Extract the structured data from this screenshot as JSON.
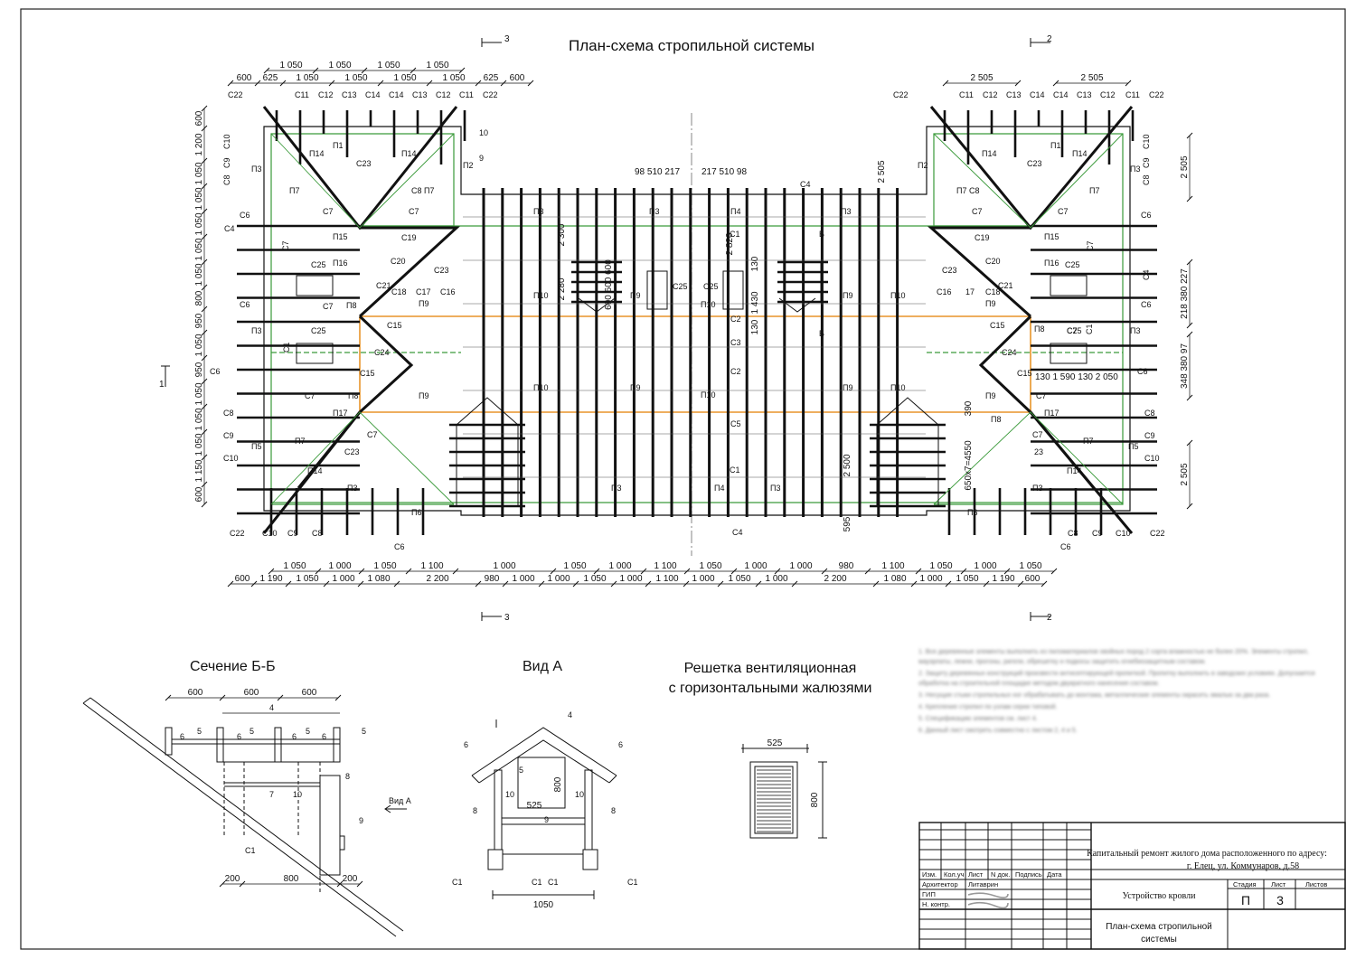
{
  "main_title": "План-схема стропильной системы",
  "sections": {
    "section_bb": "Сечение Б-Б",
    "view_a": "Вид А",
    "grille_line1": "Решетка вентиляционная",
    "grille_line2": "с горизонтальными жалюзями"
  },
  "section_marks": {
    "left": "3",
    "right": "2",
    "side": "1"
  },
  "top_dims_left_upper": [
    "1 050",
    "1 050",
    "1 050",
    "1 050"
  ],
  "top_dims_left_lower": [
    "600",
    "625",
    "1 050",
    "1 050",
    "1 050",
    "1 050",
    "625",
    "600"
  ],
  "top_dims_right": [
    "2 505",
    "2 505"
  ],
  "top_row_left": [
    "С22",
    "С11",
    "С12",
    "С13",
    "С14",
    "С14",
    "С13",
    "С12",
    "С11",
    "С22"
  ],
  "top_row_right": [
    "С22",
    "С11",
    "С12",
    "С13",
    "С14",
    "С14",
    "С13",
    "С12",
    "С11",
    "С22"
  ],
  "bottom_row_left": [
    "С22",
    "С10",
    "С9",
    "С8"
  ],
  "bottom_row_right": [
    "С8",
    "С9",
    "С10",
    "С22"
  ],
  "left_dims": [
    "600",
    "1 200",
    "1 050",
    "1 050",
    "1 050",
    "1 050",
    "1 050",
    "800",
    "950",
    "1 050",
    "950",
    "1 050",
    "1 050",
    "1 050",
    "1 150",
    "600"
  ],
  "right_dims": [
    "2 505",
    "218 380 227",
    "348 380 97",
    "2 505"
  ],
  "center_top_dims": {
    "left": "98 510 217",
    "right": "217 510 98"
  },
  "bottom_dims_upper": [
    "1 050",
    "1 000",
    "1 050",
    "1 100",
    "1 000",
    "1 050",
    "1 000",
    "1 100",
    "1 050",
    "1 000",
    "1 000",
    "980",
    "1 100",
    "1 050",
    "1 000",
    "1 050"
  ],
  "bottom_dims_lower": [
    "600",
    "1 190",
    "1 050",
    "1 000",
    "1 080",
    "2 200",
    "980",
    "1 000",
    "1 000",
    "1 050",
    "1 000",
    "1 100",
    "1 000",
    "1 050",
    "1 000",
    "2 200",
    "1 080",
    "1 000",
    "1 050",
    "1 190",
    "600"
  ],
  "plan_labels": {
    "p1": "П1",
    "p2": "П2",
    "p3": "П3",
    "p4": "П4",
    "p5": "П5",
    "p6": "П6",
    "p7": "П7",
    "p8": "П8",
    "p9": "П9",
    "p10": "П10",
    "p14": "П14",
    "p15": "П15",
    "p16": "П16",
    "p17": "П17",
    "c1": "С1",
    "c2": "С2",
    "c3": "С3",
    "c4": "С4",
    "c5": "С5",
    "c6": "С6",
    "c7": "С7",
    "c8": "С8",
    "c9": "С9",
    "c10": "С10",
    "c15": "С15",
    "c16": "С16",
    "c17": "С17",
    "c18": "С18",
    "c19": "С19",
    "c20": "С20",
    "c21": "С21",
    "c23": "С23",
    "c24": "С24",
    "c25": "С25",
    "b": "Б",
    "n10": "10",
    "n9": "9",
    "n17": "17",
    "n23": "23"
  },
  "plan_dims": {
    "d2300": "2 300",
    "d2280": "2 280",
    "d600x3": "600 600 600",
    "d2820": "2 820",
    "d130": "130",
    "d1430": "1 430",
    "d2500": "2 500",
    "d595": "595",
    "d650": "650х7=4550",
    "d390": "390",
    "dright": "130  1 590  130  2 050",
    "d2505a": "2 505"
  },
  "section_bb": {
    "dims_top": [
      "600",
      "600",
      "600"
    ],
    "dims_bottom": [
      "200",
      "800",
      "200"
    ],
    "labels": [
      "4",
      "5",
      "5",
      "5",
      "5",
      "6",
      "6",
      "6",
      "6",
      "7",
      "10",
      "8",
      "9",
      "С1"
    ],
    "arrow_label": "Вид А"
  },
  "view_a": {
    "labels": [
      "4",
      "6",
      "6",
      "5",
      "8",
      "8",
      "10",
      "10",
      "9",
      "С1",
      "С1",
      "С1",
      "С1"
    ],
    "dims": {
      "height": "800",
      "inner": "525",
      "width": "1050"
    }
  },
  "grille": {
    "width": "525",
    "height": "800"
  },
  "notes": [
    "1. Все деревянные элементы выполнить из пиломатериалов хвойных пород 2 сорта влажностью не более 20%. Элементы стропил, мауэрлаты, лежни, прогоны, ригели, обрешетку и подкосы защитить огнебиозащитным составом.",
    "2. Защиту деревянных конструкций произвести антисептирующей пропиткой. Пропитку выполнить в заводских условиях. Допускается обработка на строительной площадке методом двукратного нанесения составом.",
    "3. Несущие стыки стропильных ног обрабатывать до монтажа, металлические элементы окрасить эмалью за два раза.",
    "4. Крепление стропил по узлам серии типовой.",
    "5. Спецификацию элементов см. лист 4.",
    "6. Данный лист смотреть совместно с листом 2, 4 и 5."
  ],
  "title_block": {
    "project": "Капитальный ремонт жилого дома расположенного по адресу:",
    "address": "г. Елец, ул. Коммунаров, д.58",
    "headers": [
      "Изм.",
      "Кол.уч",
      "Лист",
      "N док.",
      "Подпись",
      "Дата"
    ],
    "roles": [
      "Архитектор",
      "ГИП",
      "Н. контр."
    ],
    "architect_name": "Литаврин",
    "section_name": "Устройство кровли",
    "stage_label": "Стадия",
    "sheet_label": "Лист",
    "sheets_label": "Листов",
    "stage": "П",
    "sheet": "3",
    "drawing_name_line1": "План-схема стропильной",
    "drawing_name_line2": "системы"
  }
}
